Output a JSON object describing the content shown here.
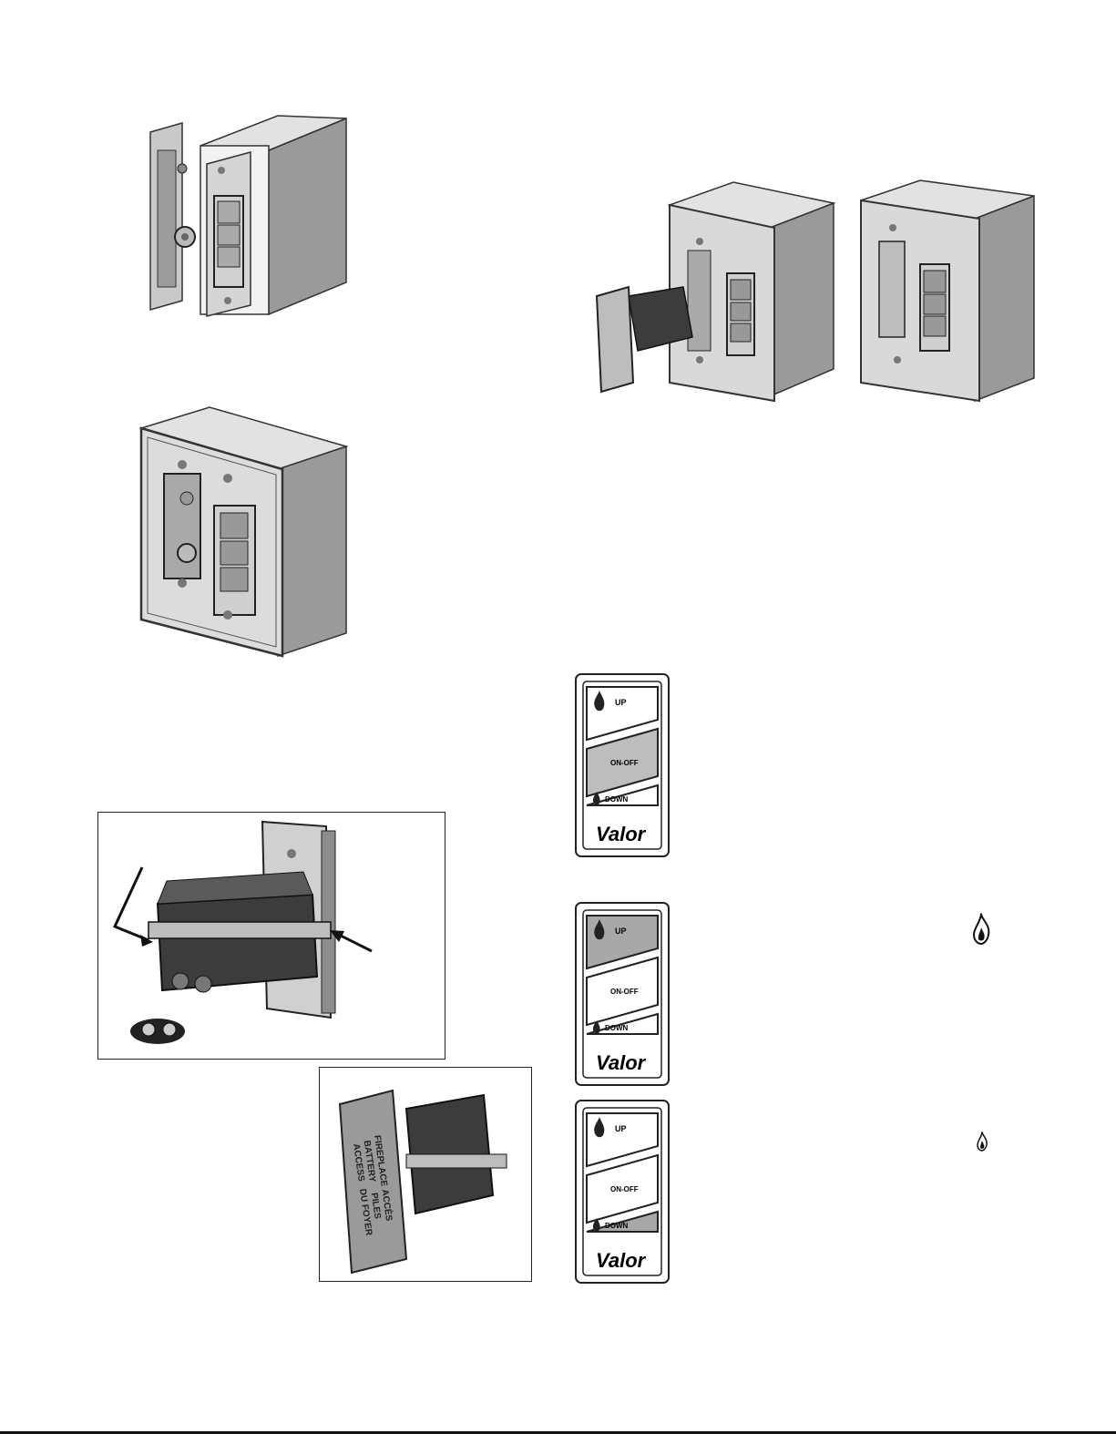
{
  "remote_panel": {
    "up_label": "UP",
    "on_off_label": "ON-OFF",
    "down_label": "DOWN",
    "brand": "Valor"
  },
  "battery_cover": {
    "line1": "FIREPLACE",
    "line2": "BATTERY",
    "line3": "ACCESS",
    "fr_line1": "ACCÈS",
    "fr_line2": "PILES",
    "fr_line3": "DU FOYER"
  },
  "colors": {
    "metal_light": "#e9e9e9",
    "metal_mid": "#bdbdbd",
    "metal_dark": "#7a7a7a",
    "holder_dark": "#3c3c3c",
    "highlight_button": "#a8a8a8"
  }
}
